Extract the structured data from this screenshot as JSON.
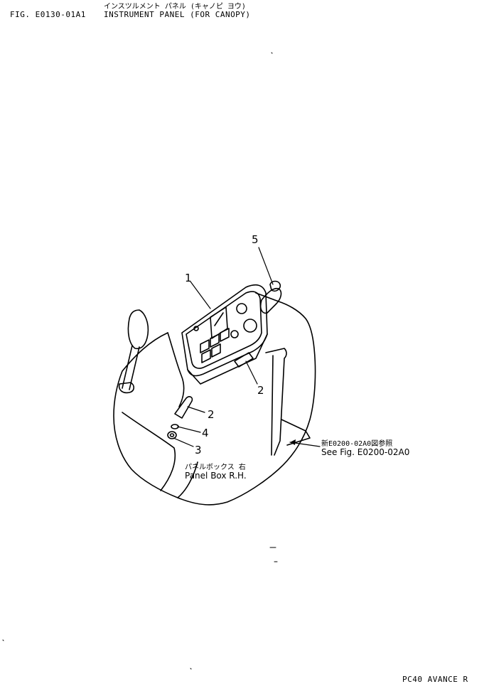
{
  "header": {
    "fig_id": "FIG. E0130-01A1",
    "title_jp": "インスツルメント パネル (キャノピ ヨウ)",
    "title_en": "INSTRUMENT PANEL (FOR CANOPY)"
  },
  "callouts": [
    "1",
    "2",
    "2",
    "3",
    "4",
    "5"
  ],
  "notes": {
    "ref_jp": "新E0200-02A0図参照",
    "ref_en": "See Fig. E0200-02A0",
    "box_jp": "パネルボックス 右",
    "box_en": "Panel Box R.H."
  },
  "footer": {
    "model": "PC40 AVANCE R"
  }
}
